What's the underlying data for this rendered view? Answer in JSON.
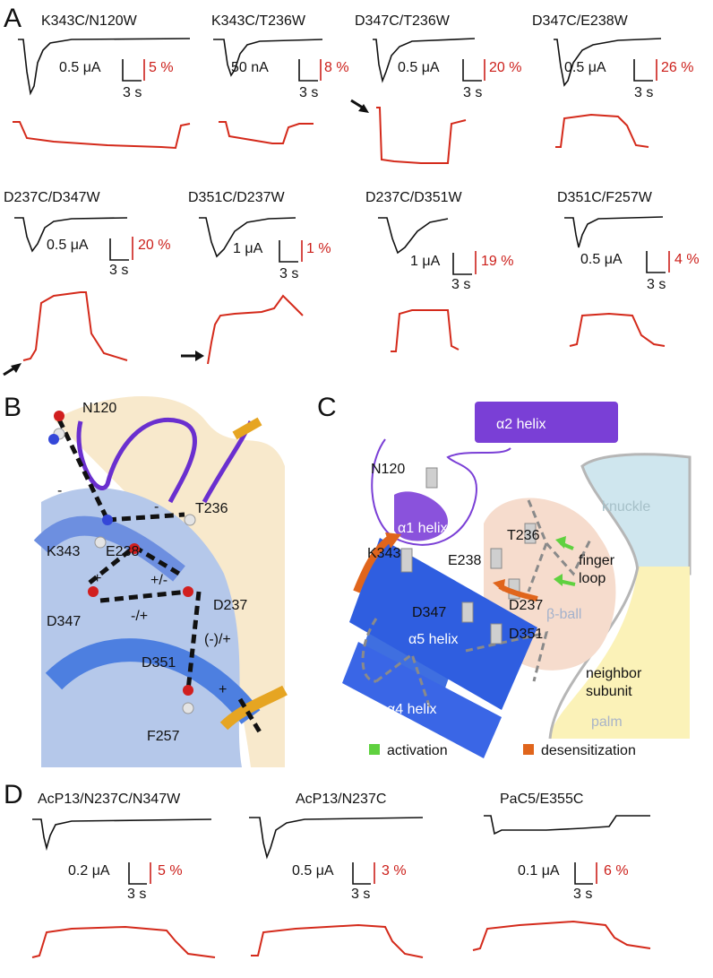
{
  "panels": {
    "A": {
      "letter": "A",
      "traces": [
        {
          "title": "K343C/N120W",
          "current": "0.5 μA",
          "percent": "5 %",
          "time": "3 s"
        },
        {
          "title": "K343C/T236W",
          "current": "50 nA",
          "percent": "8 %",
          "time": "3 s"
        },
        {
          "title": "D347C/T236W",
          "current": "0.5 μA",
          "percent": "20 %",
          "time": "3 s"
        },
        {
          "title": "D347C/E238W",
          "current": "0.5 μA",
          "percent": "26 %",
          "time": "3 s"
        },
        {
          "title": "D237C/D347W",
          "current": "0.5 μA",
          "percent": "20 %",
          "time": "3 s"
        },
        {
          "title": "D351C/D237W",
          "current": "1 μA",
          "percent": "1 %",
          "time": "3 s"
        },
        {
          "title": "D237C/D351W",
          "current": "1 μA",
          "percent": "19 %",
          "time": "3 s"
        },
        {
          "title": "D351C/F257W",
          "current": "0.5 μA",
          "percent": "4 %",
          "time": "3 s"
        }
      ]
    },
    "B": {
      "letter": "B",
      "residues": [
        "N120",
        "T236",
        "E238",
        "K343",
        "D237",
        "D347",
        "D351",
        "F257"
      ],
      "charges": [
        "-",
        "-",
        "+",
        "+/-",
        "-/+",
        "(-)/+",
        "+"
      ]
    },
    "C": {
      "letter": "C",
      "labels": {
        "a2": "α2 helix",
        "a1": "α1 helix",
        "a5": "α5 helix",
        "a4": "α4 helix",
        "knuckle": "knuckle",
        "finger1": "finger",
        "finger2": "loop",
        "bball": "β-ball",
        "neighbor1": "neighbor",
        "neighbor2": "subunit",
        "palm": "palm"
      },
      "residues": [
        "N120",
        "T236",
        "K343",
        "E238",
        "D347",
        "D237",
        "D351"
      ],
      "legend": [
        {
          "label": "activation",
          "color": "#5fd13f"
        },
        {
          "label": "desensitization",
          "color": "#e0651c"
        }
      ]
    },
    "D": {
      "letter": "D",
      "traces": [
        {
          "title": "AcP13/N237C/N347W",
          "current": "0.2 μA",
          "percent": "5 %",
          "time": "3 s"
        },
        {
          "title": "AcP13/N237C",
          "current": "0.5 μA",
          "percent": "3 %",
          "time": "3 s"
        },
        {
          "title": "PaC5/E355C",
          "current": "0.1 μA",
          "percent": "6 %",
          "time": "3 s"
        }
      ]
    }
  },
  "colors": {
    "current_trace": "#111111",
    "fluor_trace": "#d42a1b",
    "helix_blue": "#3f6fe0",
    "helix_purple": "#7a3fd6",
    "knuckle": "#cfe6ee",
    "palm": "#fbf2b8",
    "bball": "#f6dccd"
  }
}
